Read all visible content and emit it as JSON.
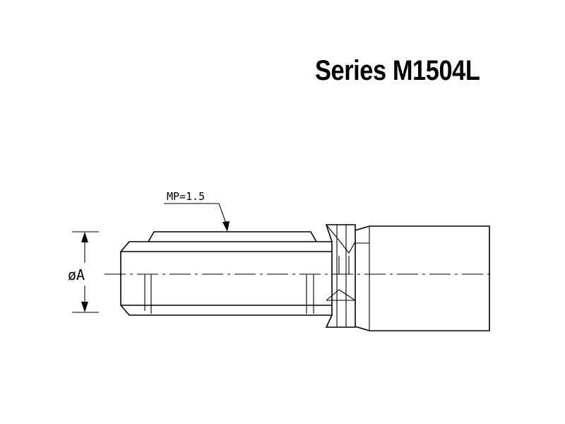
{
  "title": "Series M1504L",
  "labels": {
    "pitch": "MP=1.5",
    "diameter": "øA"
  },
  "colors": {
    "ink": "#000000",
    "background": "#ffffff"
  }
}
